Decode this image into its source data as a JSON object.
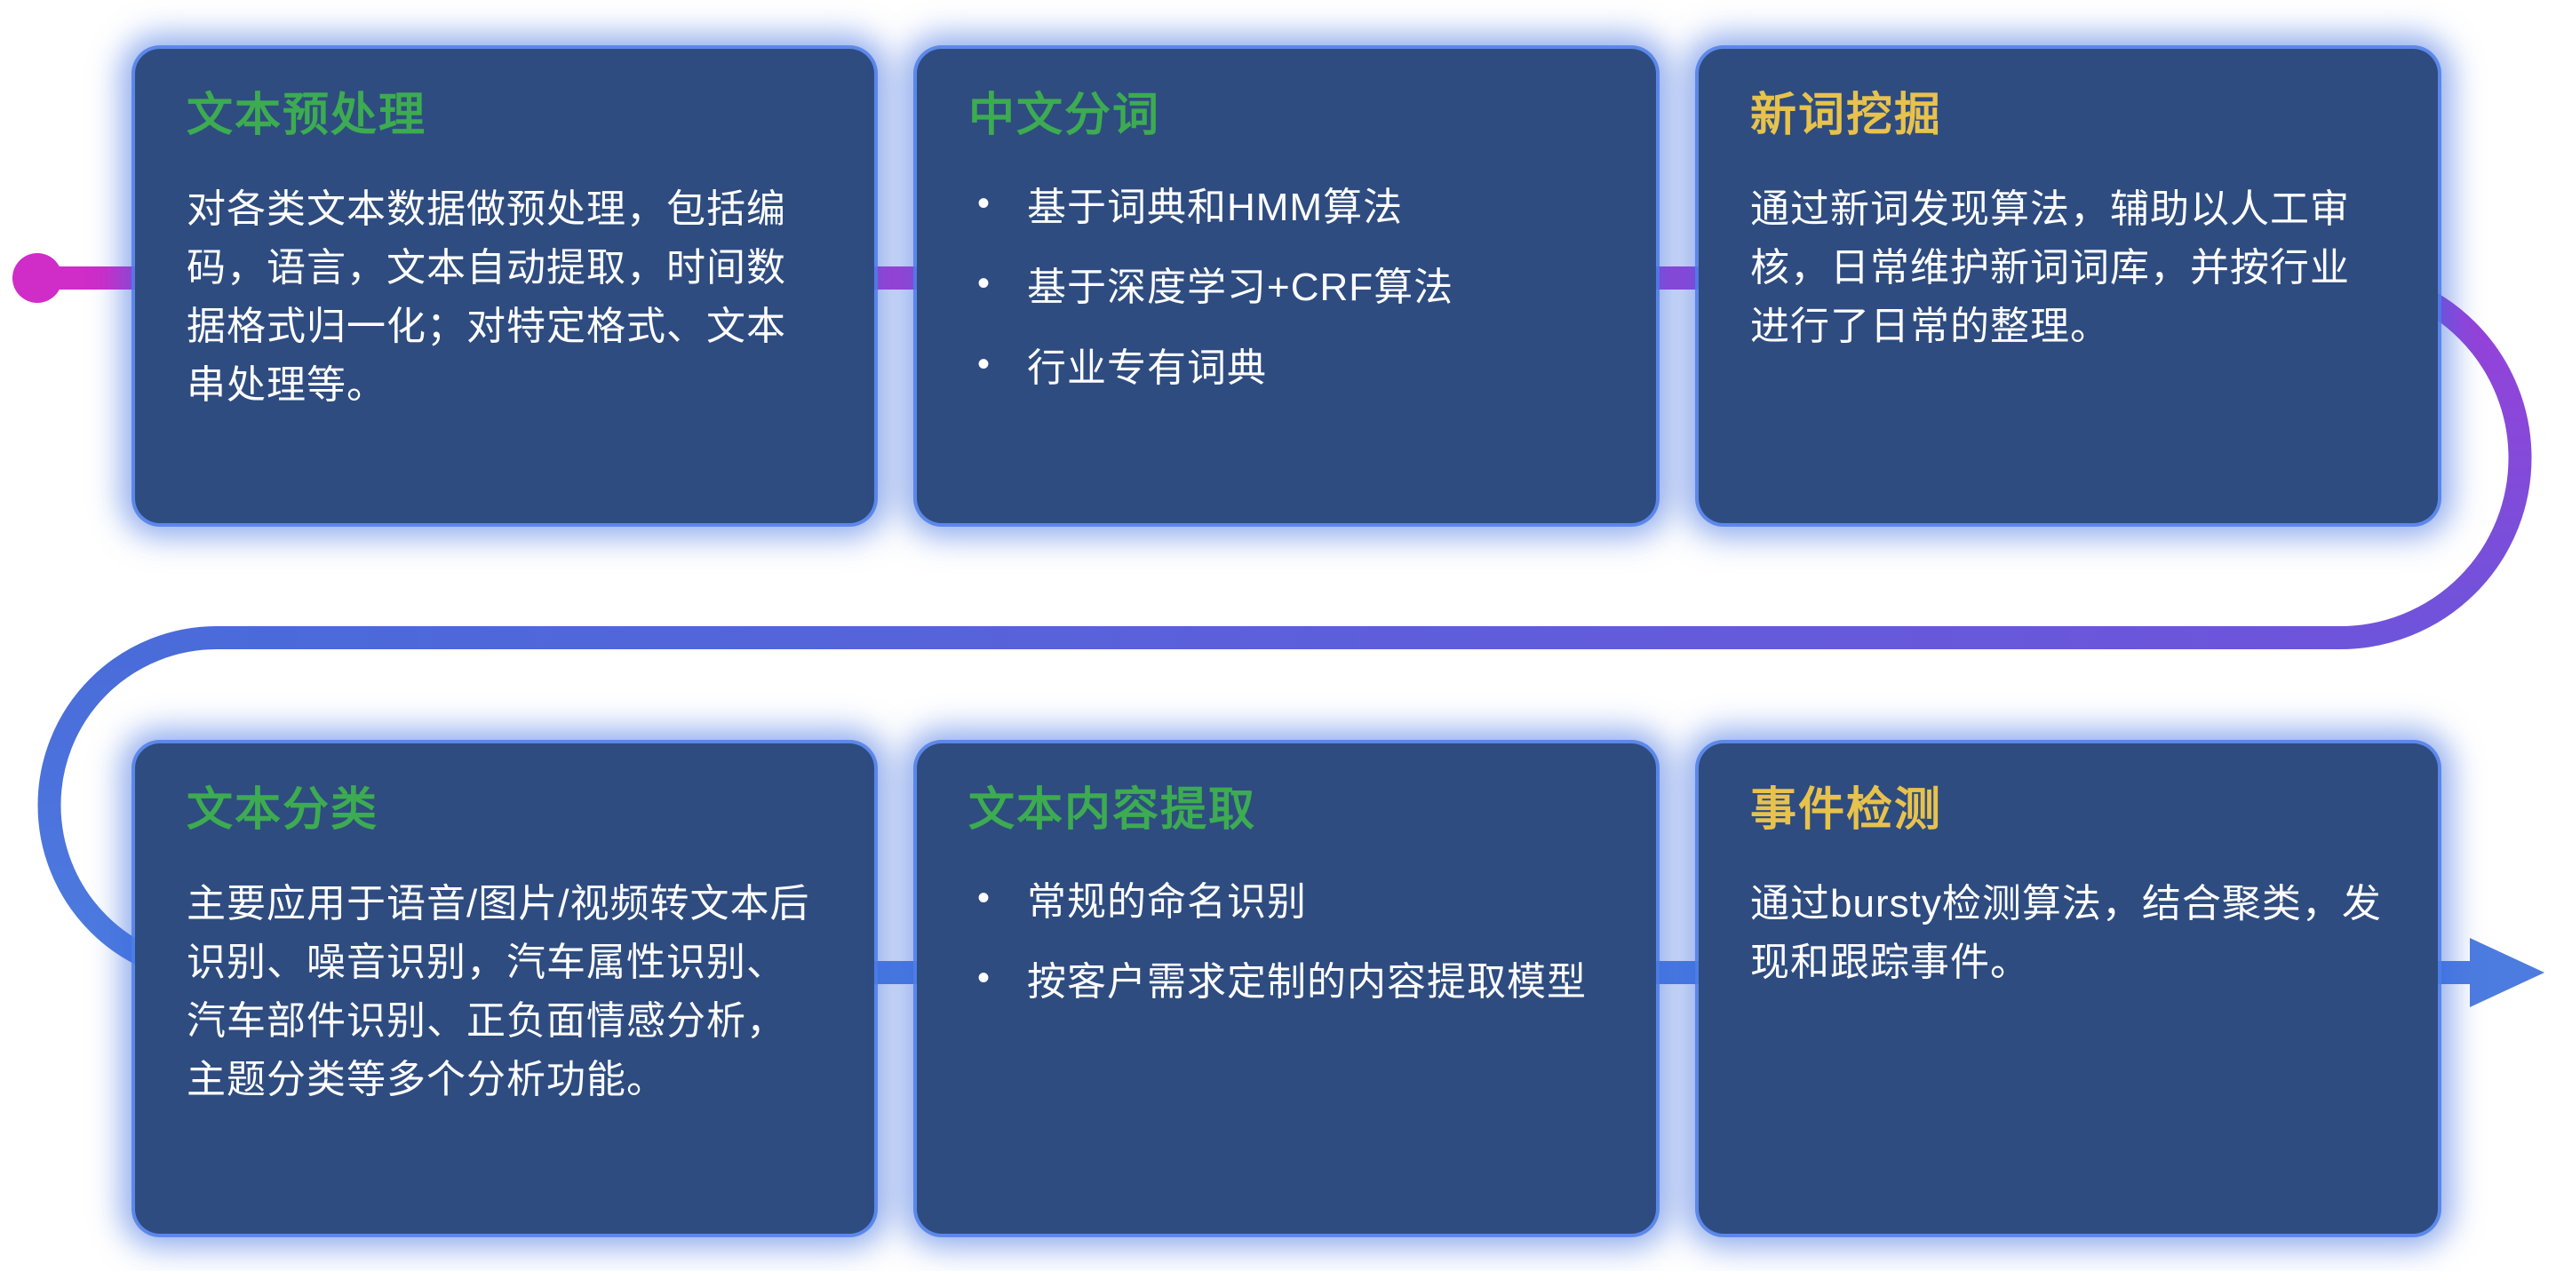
{
  "colors": {
    "page_bg": "#ffffff",
    "card_bg": "#2e4c80",
    "card_glow_ring": "rgba(77,126,232,0.85)",
    "card_glow_haze": "rgba(56,106,222,0.55)",
    "body_text": "#ffffff",
    "title_green": "#3dab51",
    "title_yellow": "#e7c24c"
  },
  "pipeline": {
    "colors": {
      "magenta": "#d02cc8",
      "purple": "#9b3fd9",
      "violet": "#6e54da",
      "blue": "#4a6bd9",
      "blue_end": "#4d7ce0"
    }
  },
  "cards": [
    {
      "title": "文本预处理",
      "title_color": "#3dab51",
      "body": "对各类文本数据做预处理，包括编码，语言，文本自动提取，时间数据格式归一化；对特定格式、文本串处理等。"
    },
    {
      "title": "中文分词",
      "title_color": "#3dab51",
      "bullets": [
        "基于词典和HMM算法",
        "基于深度学习+CRF算法",
        "行业专有词典"
      ]
    },
    {
      "title": "新词挖掘",
      "title_color": "#e7c24c",
      "body": "通过新词发现算法，辅助以人工审核，日常维护新词词库，并按行业进行了日常的整理。"
    },
    {
      "title": "文本分类",
      "title_color": "#3dab51",
      "body": "主要应用于语音/图片/视频转文本后识别、噪音识别，汽车属性识别、汽车部件识别、正负面情感分析，主题分类等多个分析功能。"
    },
    {
      "title": "文本内容提取",
      "title_color": "#3dab51",
      "bullets": [
        "常规的命名识别",
        "按客户需求定制的内容提取模型"
      ]
    },
    {
      "title": "事件检测",
      "title_color": "#e7c24c",
      "body": "通过bursty检测算法，结合聚类，发现和跟踪事件。"
    }
  ]
}
